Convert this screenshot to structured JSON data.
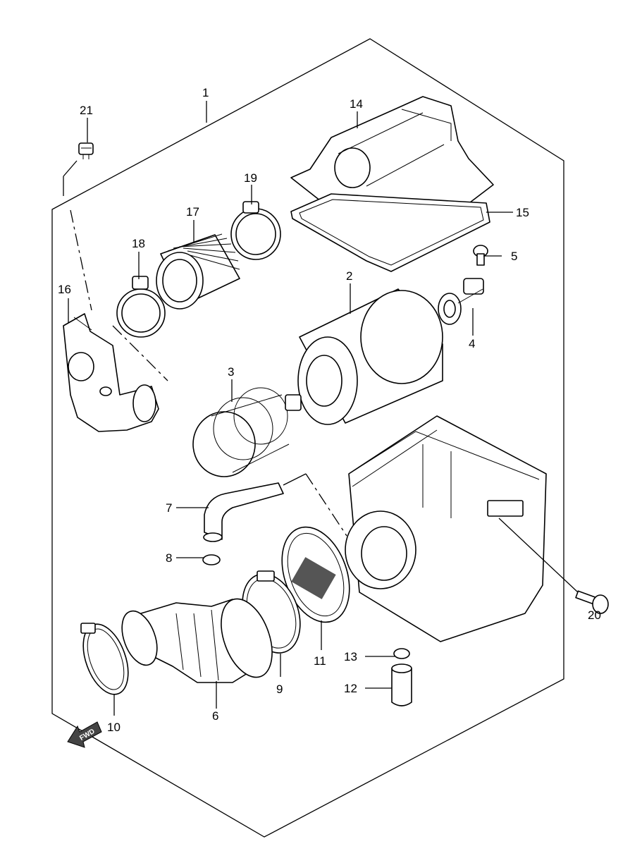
{
  "callouts": [
    {
      "id": "c1",
      "text": "1"
    },
    {
      "id": "c2",
      "text": "2"
    },
    {
      "id": "c3",
      "text": "3"
    },
    {
      "id": "c4",
      "text": "4"
    },
    {
      "id": "c5",
      "text": "5"
    },
    {
      "id": "c6",
      "text": "6"
    },
    {
      "id": "c7",
      "text": "7"
    },
    {
      "id": "c8",
      "text": "8"
    },
    {
      "id": "c9",
      "text": "9"
    },
    {
      "id": "c10",
      "text": "10"
    },
    {
      "id": "c11",
      "text": "11"
    },
    {
      "id": "c12",
      "text": "12"
    },
    {
      "id": "c13",
      "text": "13"
    },
    {
      "id": "c14",
      "text": "14"
    },
    {
      "id": "c15",
      "text": "15"
    },
    {
      "id": "c16",
      "text": "16"
    },
    {
      "id": "c17",
      "text": "17"
    },
    {
      "id": "c18",
      "text": "18"
    },
    {
      "id": "c19",
      "text": "19"
    },
    {
      "id": "c20",
      "text": "20"
    },
    {
      "id": "c21",
      "text": "21"
    }
  ],
  "fwd_label": "FWD"
}
